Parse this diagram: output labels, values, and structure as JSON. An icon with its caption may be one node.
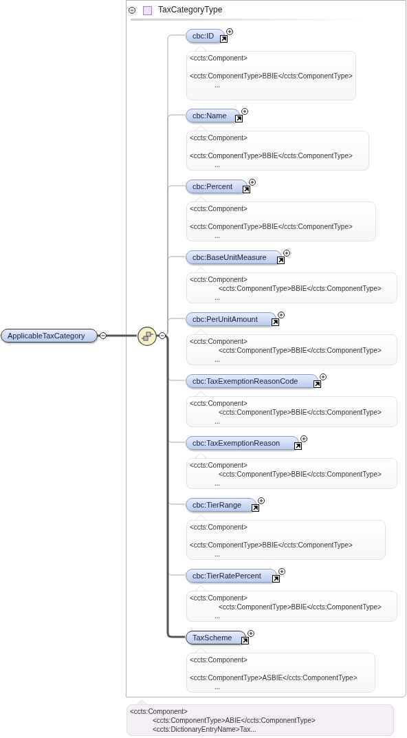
{
  "diagram": {
    "nodes": [
      {
        "text": [
          "TaxCategoryType"
        ]
      },
      {
        "text": [
          "ApplicableTaxCategory"
        ]
      },
      {
        "text": [],
        "shape": "circle",
        "in": 0
      },
      {
        "text": [
          "cbc:ID"
        ],
        "in": 0
      },
      {
        "text": [
          "<ccts:Component>",
          "<ccts:ComponentType>BBIE</ccts:ComponentType>",
          "..."
        ],
        "in": 0
      },
      {
        "text": [
          "cbc:Name"
        ],
        "in": 0
      },
      {
        "text": [
          "<ccts:Component>",
          "<ccts:ComponentType>BBIE</ccts:ComponentType>",
          "..."
        ],
        "in": 0
      },
      {
        "text": [
          "cbc:Percent"
        ],
        "in": 0
      },
      {
        "text": [
          "<ccts:Component>",
          "<ccts:ComponentType>BBIE</ccts:ComponentType>",
          "..."
        ],
        "in": 0
      },
      {
        "text": [
          "cbc:BaseUnitMeasure"
        ],
        "in": 0
      },
      {
        "text": [
          "<ccts:Component>",
          "<ccts:ComponentType>BBIE</ccts:ComponentType>",
          "..."
        ],
        "in": 0
      },
      {
        "text": [
          "cbc:PerUnitAmount"
        ],
        "in": 0
      },
      {
        "text": [
          "<ccts:Component>",
          "<ccts:ComponentType>BBIE</ccts:ComponentType>",
          "..."
        ],
        "in": 0
      },
      {
        "text": [
          "cbc:TaxExemptionReasonCode"
        ],
        "in": 0
      },
      {
        "text": [
          "<ccts:Component>",
          "<ccts:ComponentType>BBIE</ccts:ComponentType>",
          "..."
        ],
        "in": 0
      },
      {
        "text": [
          "cbc:TaxExemptionReason"
        ],
        "in": 0
      },
      {
        "text": [
          "<ccts:Component>",
          "<ccts:ComponentType>BBIE</ccts:ComponentType>",
          "..."
        ],
        "in": 0
      },
      {
        "text": [
          "cbc:TierRange"
        ],
        "in": 0
      },
      {
        "text": [
          "<ccts:Component>",
          "<ccts:ComponentType>BBIE</ccts:ComponentType>",
          "..."
        ],
        "in": 0
      },
      {
        "text": [
          "cbc:TierRatePercent"
        ],
        "in": 0
      },
      {
        "text": [
          "<ccts:Component>",
          "<ccts:ComponentType>BBIE</ccts:ComponentType>",
          "..."
        ],
        "in": 0
      },
      {
        "text": [
          "TaxScheme"
        ],
        "in": 0
      },
      {
        "text": [
          "<ccts:Component>",
          "<ccts:ComponentType>ASBIE</ccts:ComponentType>",
          "..."
        ],
        "in": 0
      },
      {
        "text": [
          "<ccts:Component>",
          "<ccts:ComponentType>ABIE</ccts:ComponentType>",
          "<ccts:DictionaryEntryName>Tax..."
        ]
      }
    ],
    "edges": [
      {
        "from": 1,
        "to": 2,
        "arrow": "none",
        "style": "thick",
        "color": "#555555"
      },
      {
        "from": 2,
        "to": 3,
        "arrow": "none"
      },
      {
        "from": 2,
        "to": 5,
        "arrow": "none"
      },
      {
        "from": 2,
        "to": 7,
        "arrow": "none"
      },
      {
        "from": 2,
        "to": 9,
        "arrow": "none"
      },
      {
        "from": 2,
        "to": 11,
        "arrow": "none"
      },
      {
        "from": 2,
        "to": 13,
        "arrow": "none"
      },
      {
        "from": 2,
        "to": 15,
        "arrow": "none"
      },
      {
        "from": 2,
        "to": 17,
        "arrow": "none"
      },
      {
        "from": 2,
        "to": 19,
        "arrow": "none"
      },
      {
        "from": 2,
        "to": 21,
        "arrow": "none",
        "style": "thick",
        "color": "#555555"
      }
    ]
  }
}
